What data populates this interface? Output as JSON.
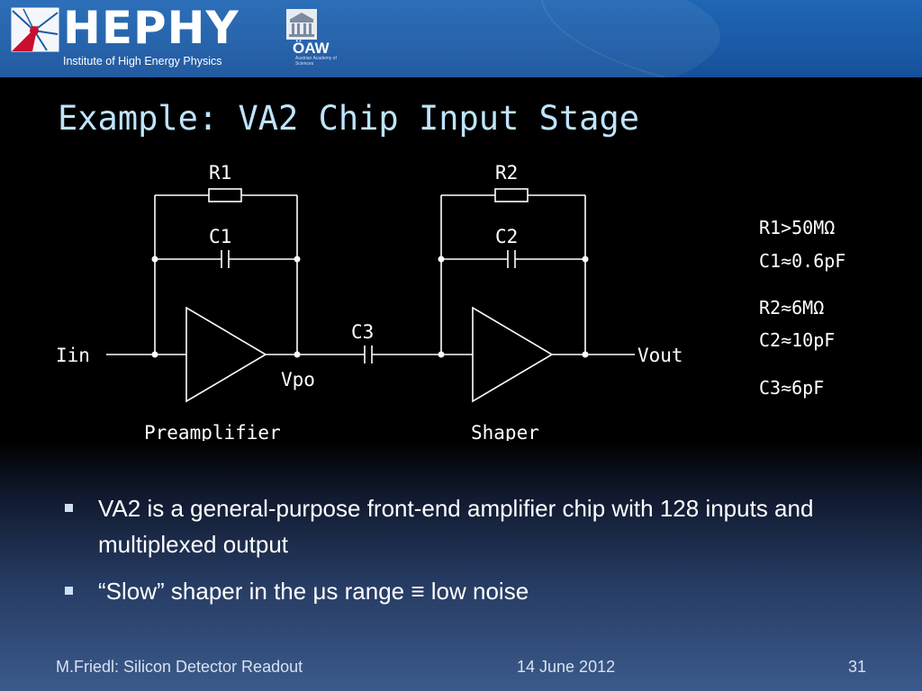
{
  "header": {
    "logo_text": "HEPHY",
    "logo_subtitle": "Institute of High Energy Physics",
    "partner_text": "ÖAW",
    "partner_subtitle": "Austrian Academy of Sciences"
  },
  "slide": {
    "title": "Example: VA2 Chip Input Stage"
  },
  "schematic": {
    "labels": {
      "r1": "R1",
      "c1": "C1",
      "r2": "R2",
      "c2": "C2",
      "c3": "C3",
      "iin": "Iin",
      "vpo": "Vpo",
      "vout": "Vout",
      "preamplifier": "Preamplifier",
      "shaper": "Shaper"
    },
    "specs": [
      "R1>50MΩ",
      "C1≈0.6pF",
      "R2≈6MΩ",
      "C2≈10pF",
      "C3≈6pF"
    ]
  },
  "bullets": [
    "VA2 is a general-purpose front-end amplifier chip with 128 inputs and multiplexed output",
    "“Slow” shaper in the μs range ≡ low noise"
  ],
  "footer": {
    "author": "M.Friedl: Silicon Detector Readout",
    "date": "14 June 2012",
    "page": "31"
  },
  "colors": {
    "header_blue": "#1a5aa6",
    "title_color": "#bfe4ff"
  }
}
